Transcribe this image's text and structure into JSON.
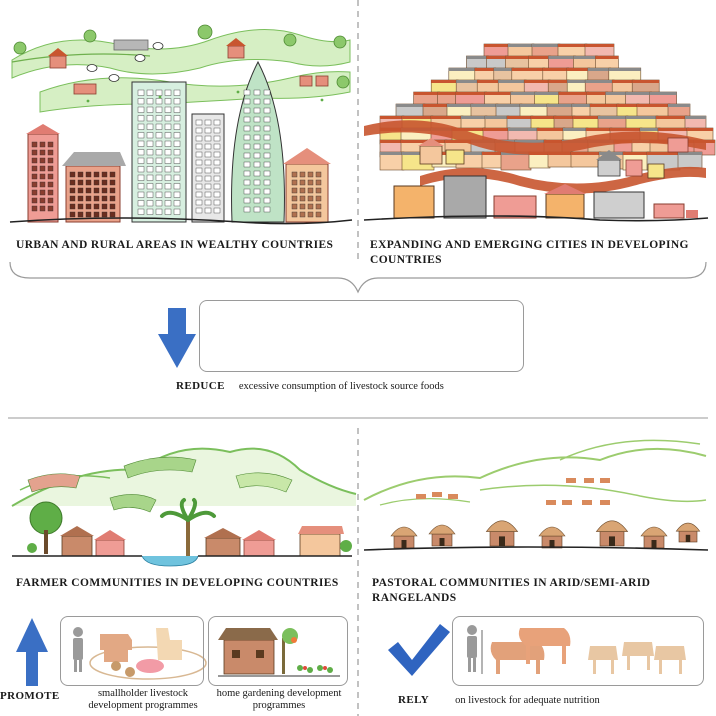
{
  "panels": {
    "wealthy": {
      "caption": "URBAN AND RURAL AREAS IN WEALTHY COUNTRIES"
    },
    "developing_cities": {
      "caption": "EXPANDING AND EMERGING CITIES IN DEVELOPING COUNTRIES"
    },
    "farmer": {
      "caption": "FARMER COMMUNITIES IN DEVELOPING COUNTRIES"
    },
    "pastoral": {
      "caption": "PASTORAL COMMUNITIES IN ARID/SEMI-ARID RANGELANDS"
    }
  },
  "reduce": {
    "keyword": "REDUCE",
    "text": "excessive consumption of livestock source foods",
    "foods": [
      "cow-icon",
      "lamb-icon",
      "chicken-icon",
      "milk-cheese-icon",
      "eggs-icon"
    ]
  },
  "promote": {
    "keyword": "PROMOTE",
    "items": [
      {
        "label": "smallholder livestock development programmes",
        "icon": "smallholder-livestock-icon"
      },
      {
        "label": "home gardening development programmes",
        "icon": "home-garden-icon"
      }
    ]
  },
  "rely": {
    "keyword": "RELY",
    "text": "on livestock for adequate nutrition",
    "icon": "pastoralist-herd-icon"
  },
  "colors": {
    "down_arrow": "#3a6fc4",
    "up_arrow": "#3a6fc4",
    "check": "#2f64c0",
    "green_hill": "#bfe3a8",
    "brick": "#c8552f",
    "sky_tan": "#f1d7b8"
  }
}
